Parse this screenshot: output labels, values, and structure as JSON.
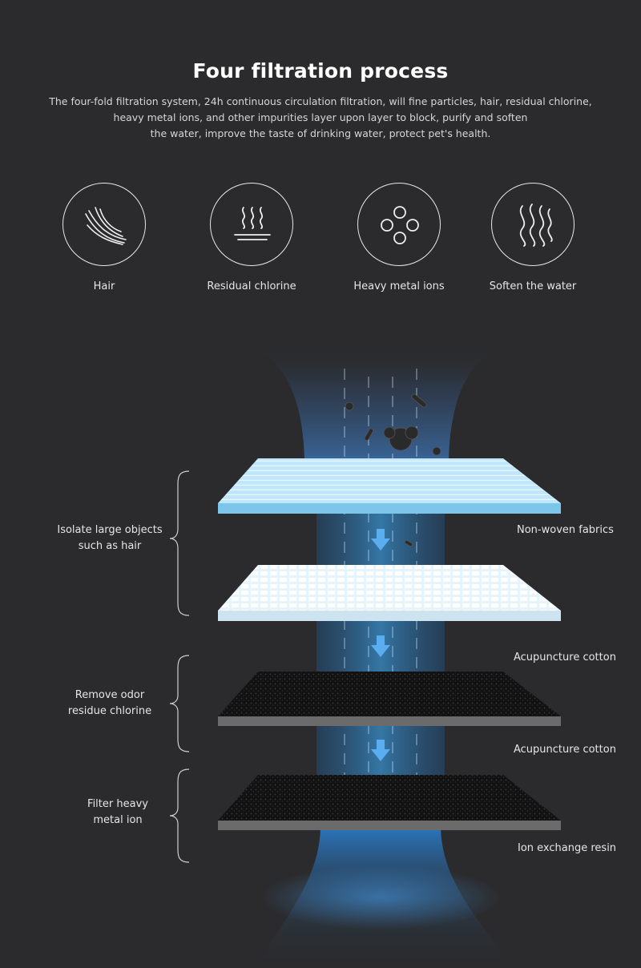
{
  "header": {
    "title": "Four filtration process",
    "description_lines": [
      "The four-fold filtration system, 24h continuous circulation filtration, will fine particles, hair, residual chlorine,",
      "heavy metal ions, and other impurities layer upon layer to block, purify and soften",
      "the water, improve the taste of drinking water, protect pet's health."
    ]
  },
  "features": [
    {
      "label": "Hair",
      "icon": "hair-icon"
    },
    {
      "label": "Residual chlorine",
      "icon": "chlorine-icon"
    },
    {
      "label": "Heavy metal ions",
      "icon": "metal-ions-icon"
    },
    {
      "label": "Soften the water",
      "icon": "soft-water-icon"
    }
  ],
  "stages": [
    {
      "line1": "Isolate large objects",
      "line2": "such as hair"
    },
    {
      "line1": "Remove odor",
      "line2": "residue chlorine"
    },
    {
      "line1": "Filter heavy",
      "line2": "metal ion"
    }
  ],
  "layers": [
    {
      "label": "Non-woven fabrics"
    },
    {
      "label": "Acupuncture cotton"
    },
    {
      "label": "Acupuncture cotton"
    },
    {
      "label": "Ion exchange resin"
    }
  ],
  "colors": {
    "background": "#2b2b2d",
    "water_blue": "#3a9be0",
    "layer_light": "#9fd8f5",
    "layer_dark": "#1a1a1a",
    "arrow": "#5aaef0"
  }
}
